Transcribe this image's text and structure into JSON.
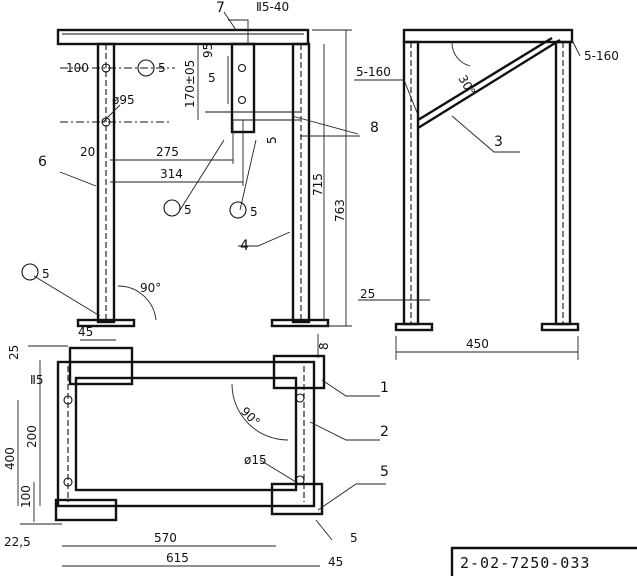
{
  "front_view": {
    "weld_top": "Ⅱ5-40",
    "hole_pitch": "100",
    "weld_left": "5",
    "dia_hole": "ø95",
    "dim_vert_small": "5",
    "dim_170": "170±05",
    "dim_95": "95",
    "dim_275": "275",
    "dim_20": "20",
    "dim_314": "314",
    "dim_715": "715",
    "dim_763": "763",
    "dim_5_right": "5",
    "weld_mid_a": "5",
    "weld_mid_b": "5",
    "weld_foot": "5",
    "angle_foot": "90°",
    "callout_4": "4",
    "callout_6": "6",
    "callout_7": "7",
    "callout_8": "8"
  },
  "side_view": {
    "weld_left": "5-160",
    "weld_right": "5-160",
    "angle": "30°",
    "callout_3": "3",
    "dim_25": "25",
    "dim_450": "450"
  },
  "plan_view": {
    "dim_45_top": "45",
    "dim_25": "25",
    "dim_8": "8",
    "weld": "Ⅱ5",
    "dim_400": "400",
    "dim_200": "200",
    "dim_100": "100",
    "angle": "90°",
    "dia_15": "ø15",
    "weld_bottom": "5",
    "dim_22_5": "22,5",
    "dim_570": "570",
    "dim_615": "615",
    "dim_45_bottom": "45",
    "callout_1": "1",
    "callout_2": "2",
    "callout_5": "5"
  },
  "title_block": {
    "doc_number": "2-02-7250-033"
  }
}
